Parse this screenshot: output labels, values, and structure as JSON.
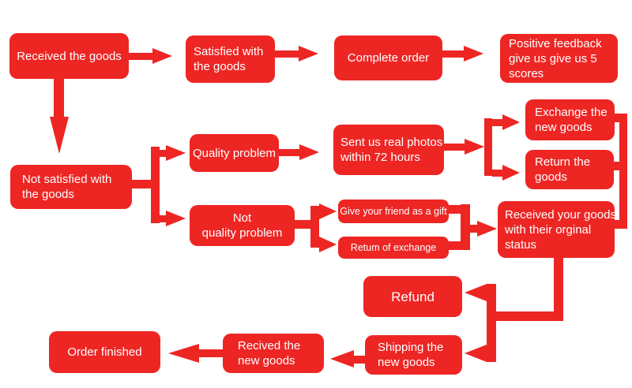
{
  "diagram": {
    "type": "flowchart",
    "background": "#ffffff",
    "node_color": "#ed2624",
    "arrow_color": "#ed2624",
    "text_color": "#ffffff"
  },
  "nodes": {
    "received_goods": {
      "label": "Received the goods"
    },
    "satisfied": {
      "label": "Satisfied with\nthe goods"
    },
    "complete_order": {
      "label": "Complete order"
    },
    "positive_feedback": {
      "label": "Positive feedback\ngive us give us 5\nscores"
    },
    "not_satisfied": {
      "label": "Not satisfied with\nthe goods"
    },
    "quality_problem": {
      "label": "Quality problem"
    },
    "sent_photos": {
      "label": "Sent us real photos\nwithin 72 hours"
    },
    "exchange_new_goods": {
      "label": "Exchange the\nnew goods"
    },
    "return_goods": {
      "label": "Return the\ngoods"
    },
    "not_quality_problem": {
      "label": "Not\nquality problem"
    },
    "gift": {
      "label": "Give your friend as a gift"
    },
    "return_of_exchange": {
      "label": "Retum of exchange"
    },
    "received_original_status": {
      "label": "Received your goods\nwith their orginal\nstatus"
    },
    "refund": {
      "label": "Refund"
    },
    "shipping_new_goods": {
      "label": "Shipping the\nnew goods"
    },
    "received_new_goods": {
      "label": "Recived the\nnew goods"
    },
    "order_finished": {
      "label": "Order finished"
    }
  },
  "edges": [
    {
      "from": "received_goods",
      "to": "satisfied"
    },
    {
      "from": "satisfied",
      "to": "complete_order"
    },
    {
      "from": "complete_order",
      "to": "positive_feedback"
    },
    {
      "from": "received_goods",
      "to": "not_satisfied"
    },
    {
      "from": "not_satisfied",
      "to": "quality_problem"
    },
    {
      "from": "not_satisfied",
      "to": "not_quality_problem"
    },
    {
      "from": "quality_problem",
      "to": "sent_photos"
    },
    {
      "from": "sent_photos",
      "to": "exchange_new_goods"
    },
    {
      "from": "sent_photos",
      "to": "return_goods"
    },
    {
      "from": "exchange_new_goods",
      "to": "received_original_status"
    },
    {
      "from": "return_goods",
      "to": "received_original_status"
    },
    {
      "from": "not_quality_problem",
      "to": "gift"
    },
    {
      "from": "not_quality_problem",
      "to": "return_of_exchange"
    },
    {
      "from": "gift",
      "to": "received_original_status"
    },
    {
      "from": "return_of_exchange",
      "to": "received_original_status"
    },
    {
      "from": "received_original_status",
      "to": "refund"
    },
    {
      "from": "received_original_status",
      "to": "shipping_new_goods"
    },
    {
      "from": "shipping_new_goods",
      "to": "received_new_goods"
    },
    {
      "from": "received_new_goods",
      "to": "order_finished"
    }
  ]
}
